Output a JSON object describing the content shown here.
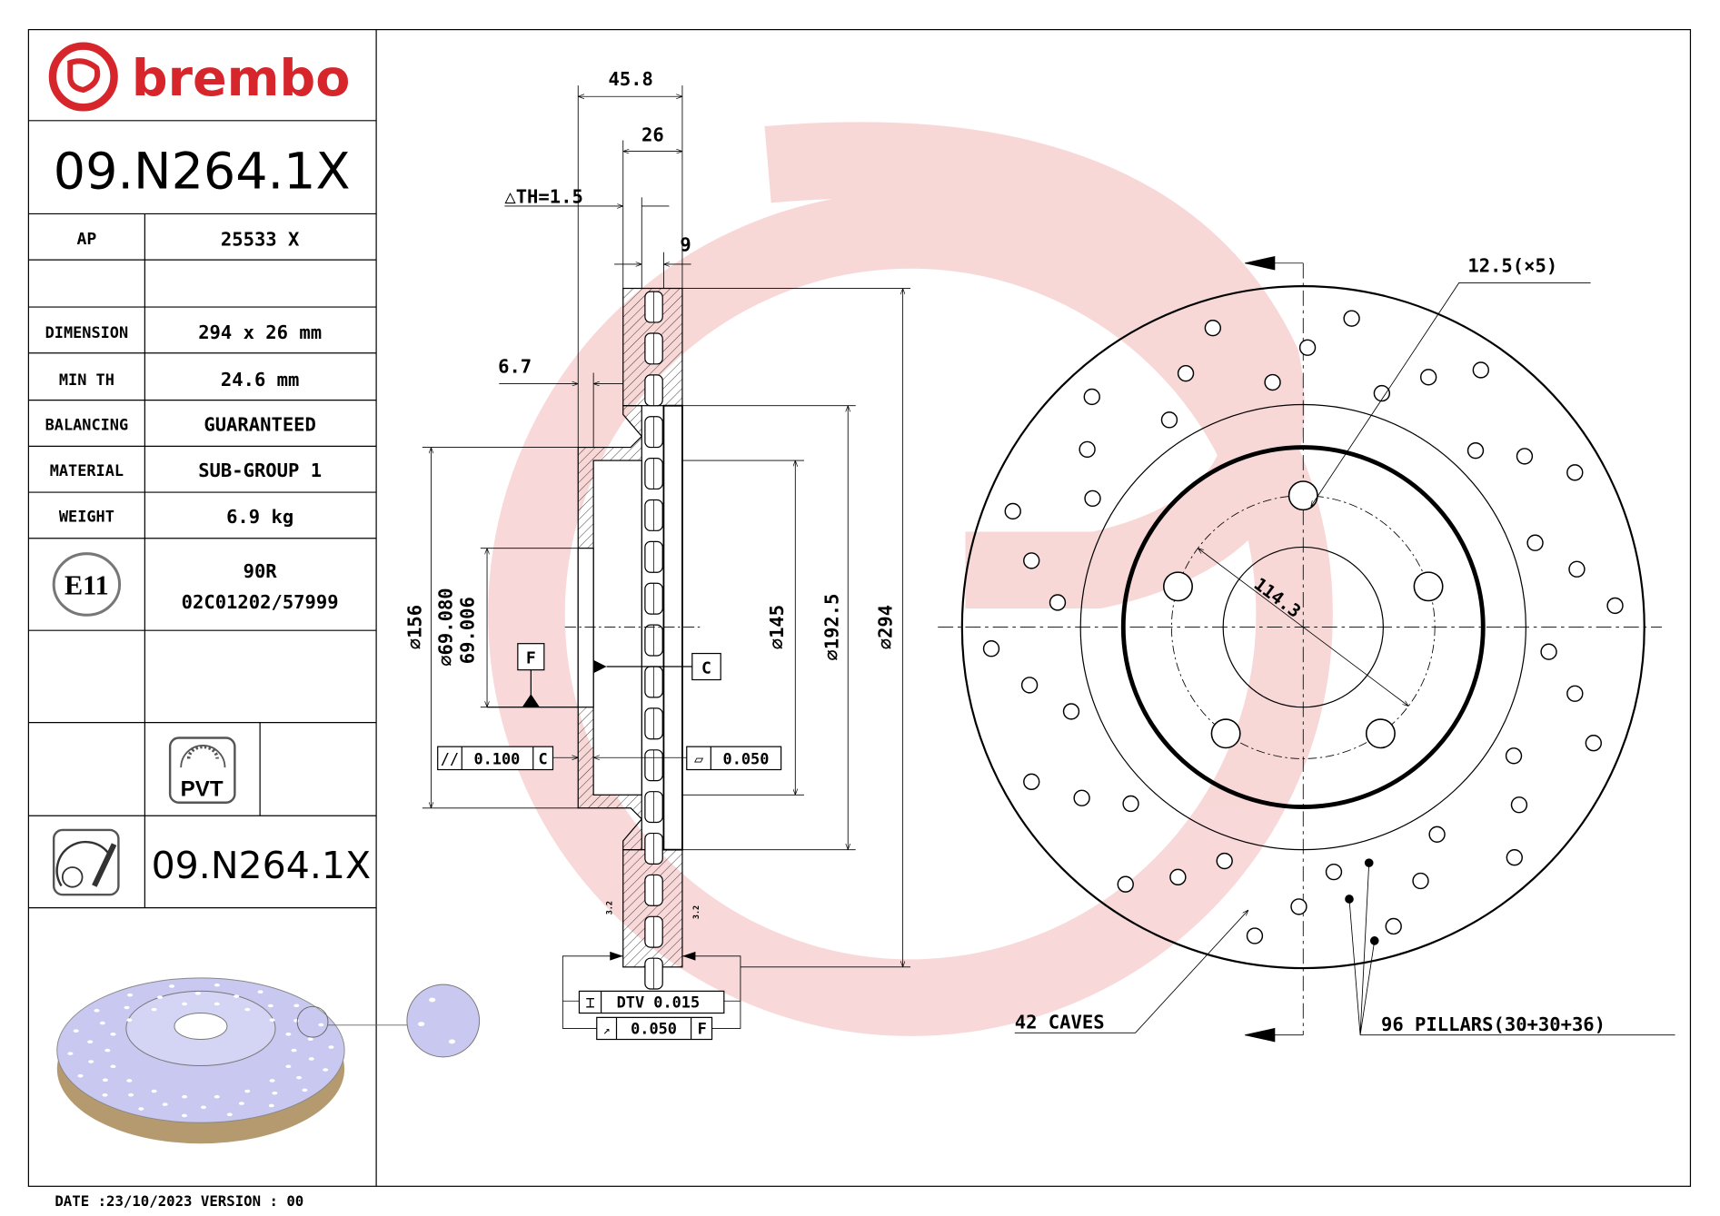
{
  "brand": {
    "name": "brembo",
    "color": "#d7262b"
  },
  "part_number": "09.N264.1X",
  "specs": {
    "ap_label": "AP",
    "ap_value": "25533 X",
    "rows": [
      {
        "label": "DIMENSION",
        "value": "294 x 26 mm"
      },
      {
        "label": "MIN TH",
        "value": "24.6 mm"
      },
      {
        "label": "BALANCING",
        "value": "GUARANTEED"
      },
      {
        "label": "MATERIAL",
        "value": "SUB-GROUP 1"
      },
      {
        "label": "WEIGHT",
        "value": "6.9 kg"
      }
    ],
    "homologation_mark": "E11",
    "homologation_line1": "90R",
    "homologation_line2": "02C01202/57999",
    "pvt_label": "PVT",
    "bottom_part_number": "09.N264.1X"
  },
  "footer": {
    "date_version": "DATE :23/10/2023 VERSION : 00"
  },
  "section_view": {
    "dims": {
      "overall_width": "45.8",
      "thickness": "26",
      "delta_th": "△TH=1.5",
      "vane": "9",
      "hat_wall": "6.7",
      "d156": "⌀156",
      "d69_max": "⌀69.080",
      "d69_min": "69.006",
      "d145": "⌀145",
      "d192": "⌀192.5",
      "d294": "⌀294",
      "roughness": "3.2"
    },
    "datum_f": "F",
    "datum_c": "C",
    "parallelism": {
      "symbol": "//",
      "value": "0.100",
      "datum": "C"
    },
    "flatness": {
      "symbol": "▱",
      "value": "0.050"
    },
    "dtv": {
      "symbol": "⌶",
      "value": "DTV 0.015"
    },
    "runout": {
      "symbol": "↗",
      "value": "0.050",
      "datum": "F"
    }
  },
  "front_view": {
    "bolt_hole_note": "12.5(×5)",
    "pcd": "114.3",
    "caves_note": "42 CAVES",
    "pillars_note": "96 PILLARS(30+30+36)"
  },
  "colors": {
    "watermark": "#f7d3d3",
    "render_disc": "#c8c8f0"
  }
}
